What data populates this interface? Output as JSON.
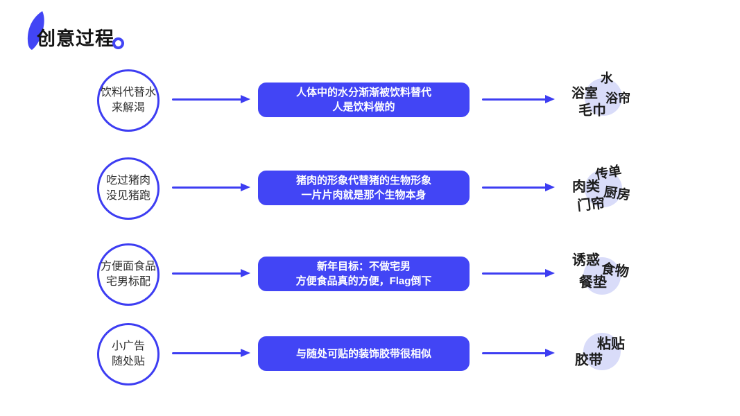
{
  "title": "创意过程",
  "colors": {
    "accent_blue": "#4245f5",
    "cloud_circle": "#d9dcf9",
    "box_text": "#ffffff",
    "body_text": "#1c1c1c"
  },
  "rows": [
    {
      "circle": {
        "line1": "饮料代替水",
        "line2": "来解渴"
      },
      "box": {
        "line1": "人体中的水分渐渐被饮料替代",
        "line2": "人是饮料做的"
      },
      "cloud": [
        "水",
        "浴室",
        "浴帘",
        "毛巾"
      ]
    },
    {
      "circle": {
        "line1": "吃过猪肉",
        "line2": "没见猪跑"
      },
      "box": {
        "line1": "猪肉的形象代替猪的生物形象",
        "line2": "一片片肉就是那个生物本身"
      },
      "cloud": [
        "传单",
        "肉类",
        "厨房",
        "门帘"
      ]
    },
    {
      "circle": {
        "line1": "方便面食品",
        "line2": "宅男标配"
      },
      "box": {
        "line1": "新年目标：不做宅男",
        "line2": "方便食品真的方便，Flag倒下"
      },
      "cloud": [
        "诱惑",
        "食物",
        "餐垫"
      ]
    },
    {
      "circle": {
        "line1": "小广告",
        "line2": "随处贴"
      },
      "box": {
        "line1": "与随处可贴的装饰胶带很相似"
      },
      "cloud": [
        "粘贴",
        "胶带"
      ]
    }
  ]
}
